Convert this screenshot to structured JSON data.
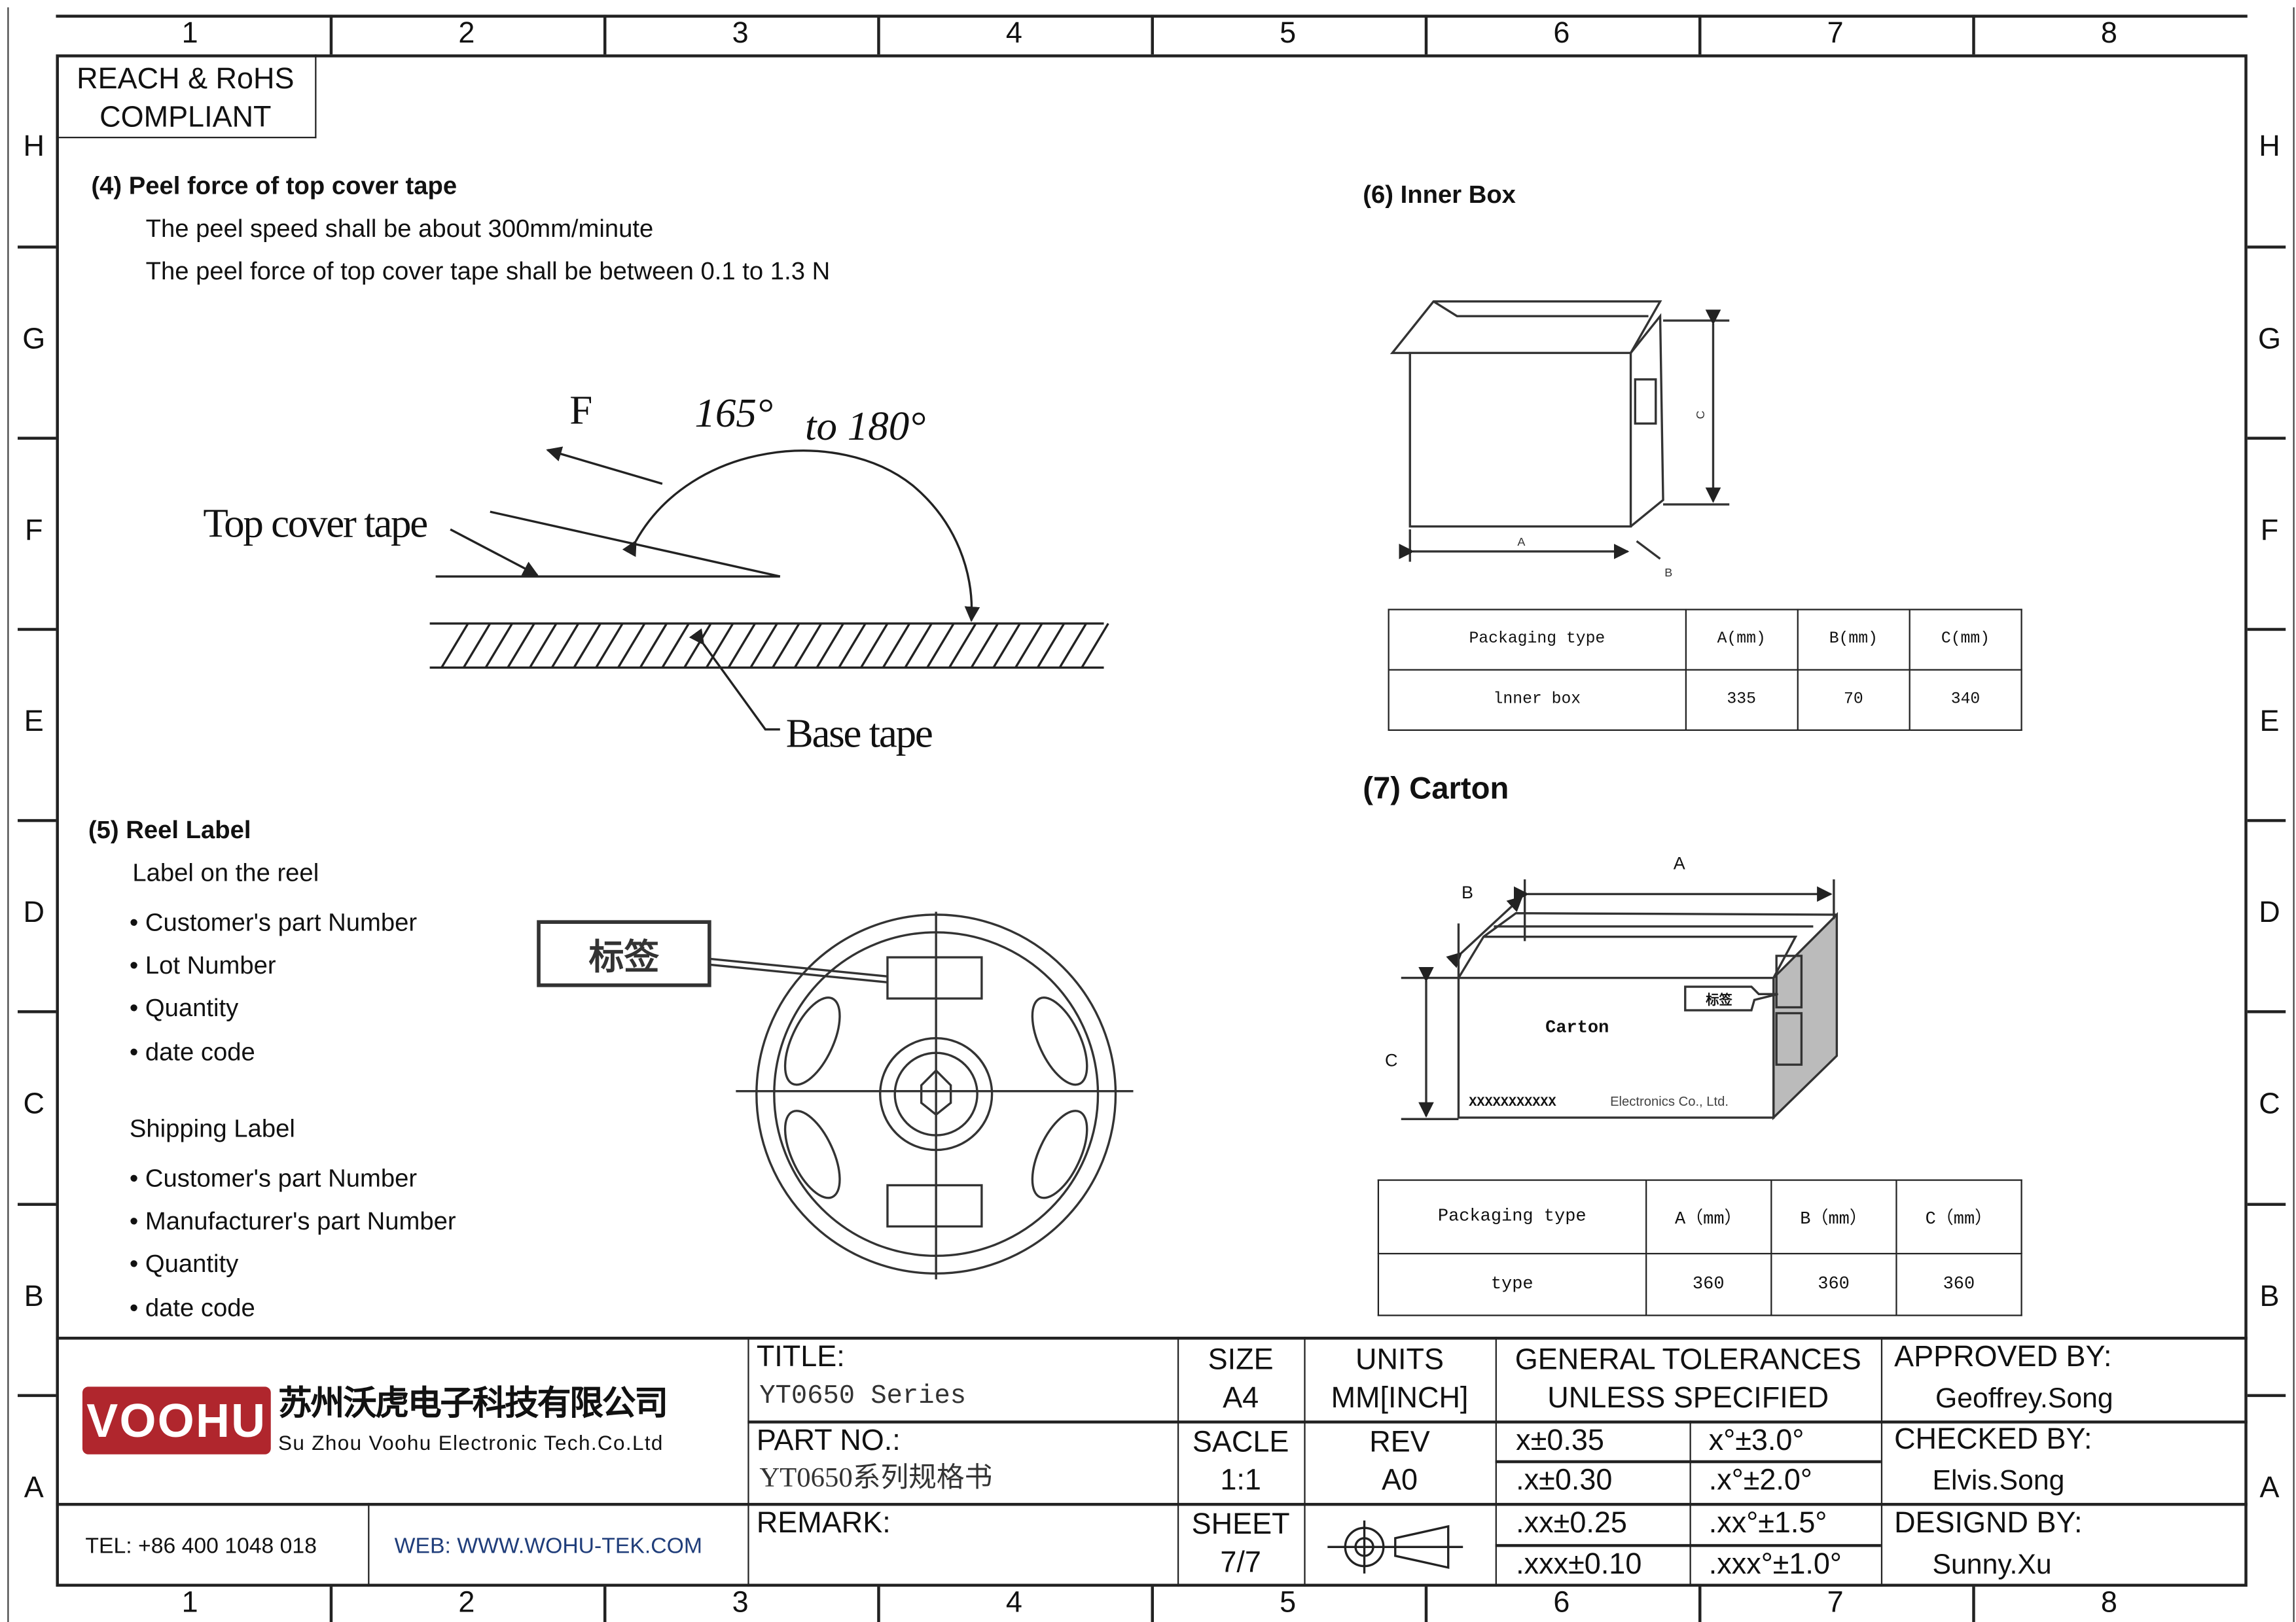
{
  "frame": {
    "columns": [
      "1",
      "2",
      "3",
      "4",
      "5",
      "6",
      "7",
      "8"
    ],
    "rows": [
      "H",
      "G",
      "F",
      "E",
      "D",
      "C",
      "B",
      "A"
    ]
  },
  "compliance": {
    "line1": "REACH & RoHS",
    "line2": "COMPLIANT"
  },
  "peel": {
    "heading": "(4) Peel force of top cover tape",
    "line1": "The peel speed shall be about 300mm/minute",
    "line2": "The peel force of top cover tape shall be between 0.1 to 1.3 N",
    "fig": {
      "force": "F",
      "angle_from": "165°",
      "angle_to": "to 180°",
      "top_tape": "Top cover tape",
      "base_tape": "Base tape"
    }
  },
  "reel": {
    "heading": "(5) Reel Label",
    "reel_label_title": "Label on the reel",
    "reel_label_items": [
      "• Customer's part Number",
      "• Lot Number",
      "• Quantity",
      "• date code"
    ],
    "shipping_label_title": "Shipping Label",
    "shipping_label_items": [
      "• Customer's part Number",
      "• Manufacturer's part Number",
      "• Quantity",
      "• date code"
    ],
    "fig_label": "标签"
  },
  "inner_box": {
    "heading": "(6) Inner Box",
    "fig": {
      "a": "A",
      "b": "B",
      "c": "C"
    },
    "table": {
      "headers": [
        "Packaging type",
        "A(mm)",
        "B(mm)",
        "C(mm)"
      ],
      "rows": [
        [
          "lnner box",
          "335",
          "70",
          "340"
        ]
      ]
    }
  },
  "carton": {
    "heading": "(7) Carton",
    "fig": {
      "a": "A",
      "b": "B",
      "c": "C",
      "name": "Carton",
      "label": "标签",
      "maker_x": "XXXXXXXXXXX",
      "maker": "Electronics Co., Ltd."
    },
    "table": {
      "headers": [
        "Packaging type",
        "A（mm）",
        "B（mm）",
        "C（mm）"
      ],
      "rows": [
        [
          "type",
          "360",
          "360",
          "360"
        ]
      ]
    }
  },
  "title_block": {
    "logo_text": "VOOHU",
    "company_cn": "苏州沃虎电子科技有限公司",
    "company_en": "Su Zhou Voohu Electronic Tech.Co.Ltd",
    "tel": "TEL: +86 400 1048 018",
    "web": "WEB: WWW.WOHU-TEK.COM",
    "title_label": "TITLE:",
    "title_value": "YT0650 Series",
    "part_label": "PART NO.:",
    "part_value": "YT0650系列规格书",
    "remark_label": "REMARK:",
    "size_label": "SIZE",
    "size_value": "A4",
    "scale_label": "SACLE",
    "scale_value": "1:1",
    "sheet_label": "SHEET",
    "sheet_value": "7/7",
    "units_label": "UNITS",
    "units_value": "MM[INCH]",
    "rev_label": "REV",
    "rev_value": "A0",
    "tol_label1": "GENERAL TOLERANCES",
    "tol_label2": "UNLESS SPECIFIED",
    "tolerances": [
      [
        "x±0.35",
        "x°±3.0°"
      ],
      [
        ".x±0.30",
        ".x°±2.0°"
      ],
      [
        ".xx±0.25",
        ".xx°±1.5°"
      ],
      [
        ".xxx±0.10",
        ".xxx°±1.0°"
      ]
    ],
    "approved_label": "APPROVED BY:",
    "approved_value": "Geoffrey.Song",
    "checked_label": "CHECKED BY:",
    "checked_value": "Elvis.Song",
    "designed_label": "DESIGND BY:",
    "designed_value": "Sunny.Xu"
  },
  "colors": {
    "brand": "#b0262d"
  }
}
